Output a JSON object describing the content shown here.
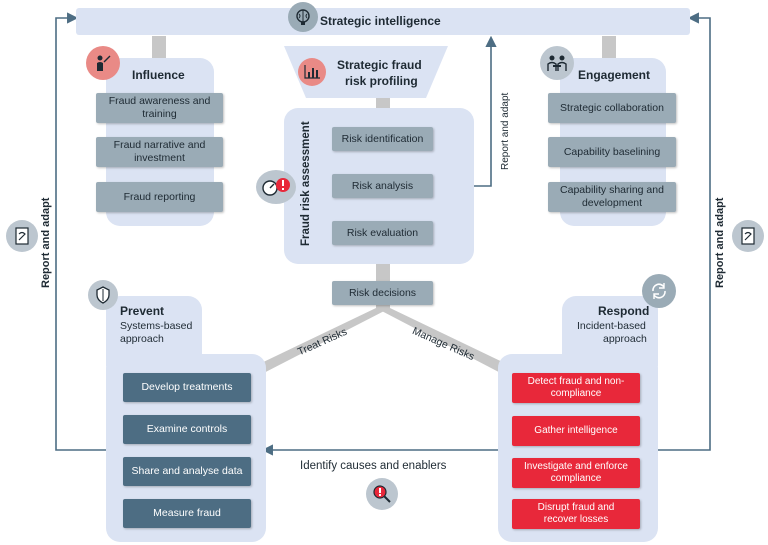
{
  "header": {
    "title": "Strategic intelligence"
  },
  "profiling": {
    "title_line1": "Strategic fraud",
    "title_line2": "risk profiling"
  },
  "report_adapt": {
    "center": "Report and adapt",
    "left": "Report and adapt",
    "right": "Report and adapt"
  },
  "influence": {
    "title": "Influence",
    "items": [
      {
        "line1": "Fraud awareness and",
        "line2": "training"
      },
      {
        "line1": "Fraud narrative and",
        "line2": "investment"
      },
      {
        "line1": "Fraud reporting",
        "line2": ""
      }
    ]
  },
  "engagement": {
    "title": "Engagement",
    "items": [
      {
        "line1": "Strategic collaboration",
        "line2": ""
      },
      {
        "line1": "Capability baselining",
        "line2": ""
      },
      {
        "line1": "Capability sharing and",
        "line2": "development"
      }
    ]
  },
  "assessment": {
    "title": "Fraud risk assessment",
    "items": [
      "Risk identification",
      "Risk analysis",
      "Risk evaluation"
    ],
    "decisions": "Risk decisions"
  },
  "branches": {
    "treat": "Treat Risks",
    "manage": "Manage Risks"
  },
  "prevent": {
    "title": "Prevent",
    "subtitle_line1": "Systems-based",
    "subtitle_line2": "approach",
    "items": [
      "Develop treatments",
      "Examine controls",
      "Share and analyse data",
      "Measure fraud"
    ]
  },
  "respond": {
    "title": "Respond",
    "subtitle_line1": "Incident-based",
    "subtitle_line2": "approach",
    "items": [
      {
        "line1": "Detect fraud and non-",
        "line2": "compliance"
      },
      {
        "line1": "Gather intelligence",
        "line2": ""
      },
      {
        "line1": "Investigate and enforce",
        "line2": "compliance"
      },
      {
        "line1": "Disrupt fraud and",
        "line2": "recover losses"
      }
    ]
  },
  "bottom": {
    "label": "Identify causes and enablers"
  },
  "icons": {
    "brain": "brain-icon",
    "chart": "bar-chart-icon",
    "presenter": "presenter-icon",
    "people": "people-meeting-icon",
    "gauge": "gauge-alert-icon",
    "shield": "shield-icon",
    "cycle": "cycle-icon",
    "document": "document-icon",
    "magnifier": "magnifier-alert-icon"
  },
  "colors": {
    "panel": "#dbe3f3",
    "grey_box": "#9aabb6",
    "dark_box": "#4d6d83",
    "red_box": "#e8283a",
    "connector": "#c7c7c7",
    "arrow": "#4d6d83",
    "accent_pink": "#e98a86"
  }
}
